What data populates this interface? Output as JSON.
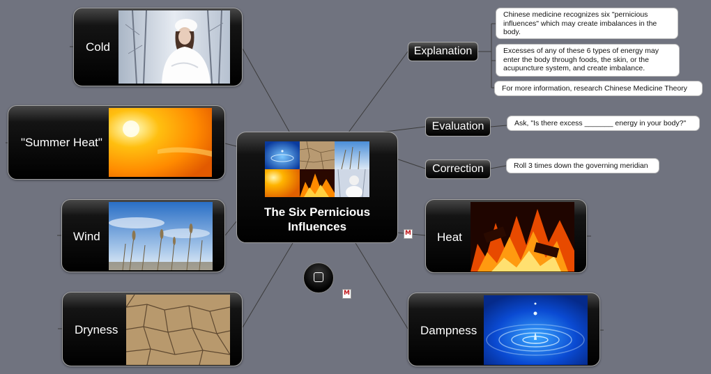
{
  "central": {
    "title_line1": "The Six Pernicious",
    "title_line2": "Influences"
  },
  "topics": {
    "cold": "Cold",
    "summer_heat": "\"Summer Heat\"",
    "wind": "Wind",
    "dryness": "Dryness",
    "heat": "Heat",
    "dampness": "Dampness"
  },
  "branches": {
    "explanation": {
      "label": "Explanation",
      "notes": [
        "Chinese medicine recognizes six \"pernicious influences\" which may create imbalances in the body.",
        "Excesses of any of these 6 types of energy may enter the body through foods, the skin, or the acupuncture system, and create imbalance.",
        "For more information, research Chinese Medicine Theory"
      ]
    },
    "evaluation": {
      "label": "Evaluation",
      "note": "Ask, \"Is there excess _______ energy in your body?\""
    },
    "correction": {
      "label": "Correction",
      "note": "Roll 3 times down the governing meridian"
    }
  },
  "icons": {
    "attachment": "mindmap-file-icon",
    "attachment_letter": "M",
    "floating_button": "square-icon"
  },
  "colors": {
    "background": "#70737f",
    "node_fill": "#000000",
    "note_fill": "#ffffff",
    "connector": "#3a3a3a"
  }
}
